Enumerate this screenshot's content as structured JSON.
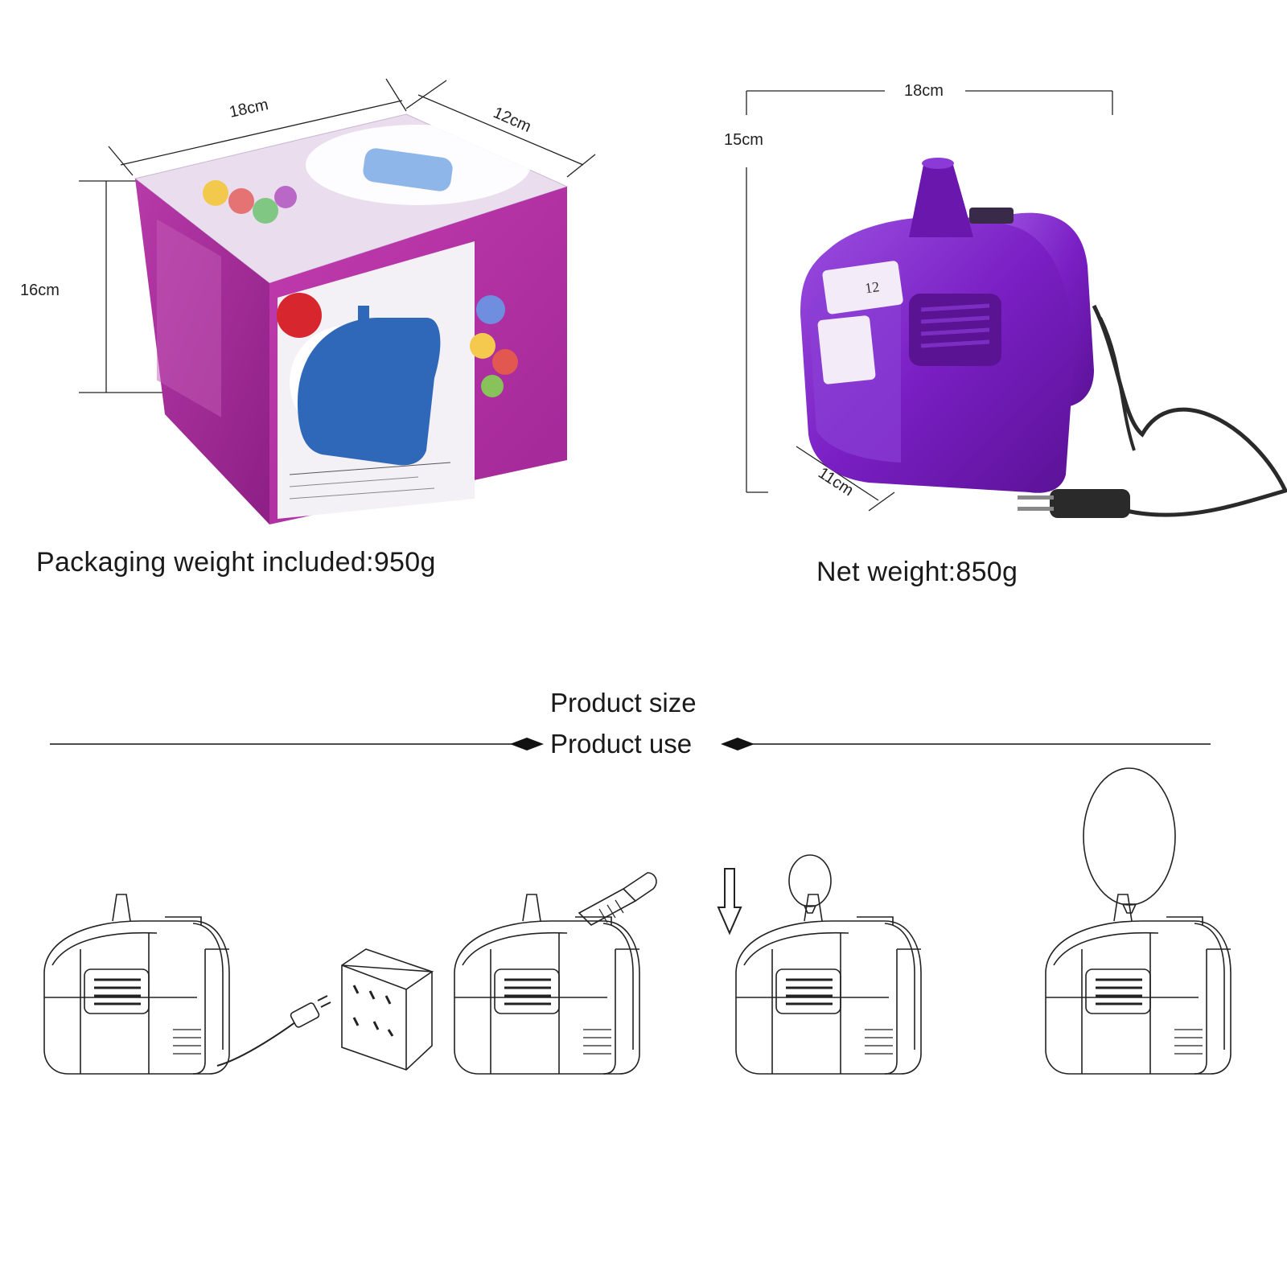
{
  "package": {
    "dim_length": "18cm",
    "dim_width": "12cm",
    "dim_height": "16cm",
    "caption": "Packaging weight included:950g"
  },
  "product": {
    "dim_length": "18cm",
    "dim_height": "15cm",
    "dim_depth": "11cm",
    "caption": "Net weight:850g"
  },
  "sections": {
    "size_title": "Product size",
    "use_title": "Product use"
  },
  "colors": {
    "box_magenta": "#b0279a",
    "pump_purple": "#7a1fc4",
    "box_blue_pump": "#2f68b8",
    "line": "#111111"
  },
  "steps": [
    {
      "icon": "plug-in-icon"
    },
    {
      "icon": "attach-nozzle-icon"
    },
    {
      "icon": "press-inflate-icon"
    },
    {
      "icon": "balloon-inflated-icon"
    }
  ]
}
